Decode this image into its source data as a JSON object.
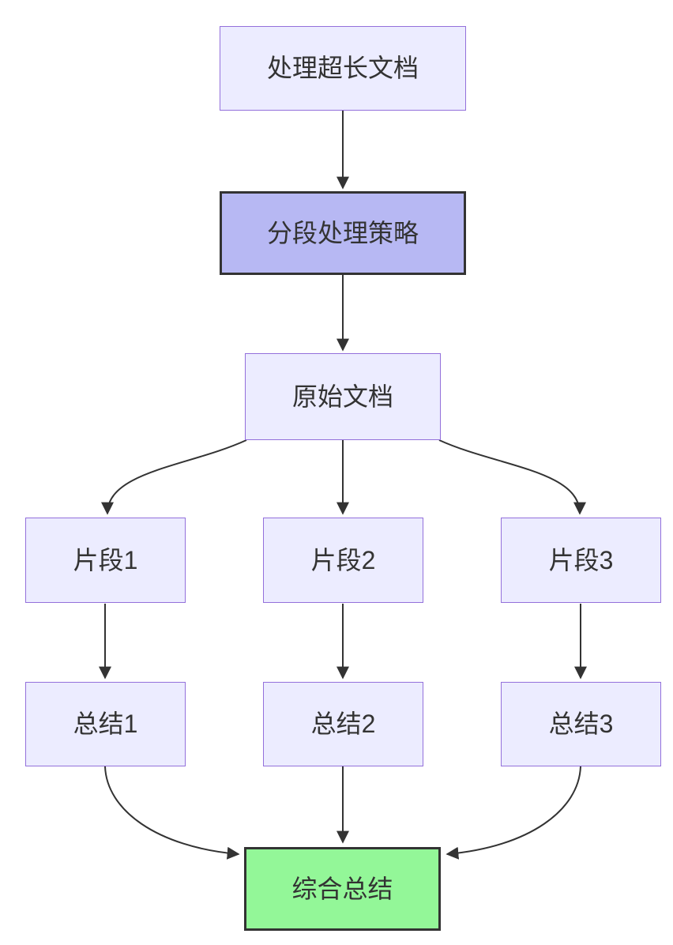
{
  "diagram": {
    "type": "flowchart-top-down",
    "nodes": {
      "root": {
        "label": "处理超长文档",
        "style": "default"
      },
      "strategy": {
        "label": "分段处理策略",
        "style": "emphasis-purple"
      },
      "source": {
        "label": "原始文档",
        "style": "default"
      },
      "frag1": {
        "label": "片段1",
        "style": "default"
      },
      "frag2": {
        "label": "片段2",
        "style": "default"
      },
      "frag3": {
        "label": "片段3",
        "style": "default"
      },
      "sum1": {
        "label": "总结1",
        "style": "default"
      },
      "sum2": {
        "label": "总结2",
        "style": "default"
      },
      "sum3": {
        "label": "总结3",
        "style": "default"
      },
      "final": {
        "label": "综合总结",
        "style": "emphasis-green"
      }
    },
    "edges": [
      {
        "from": "root",
        "to": "strategy"
      },
      {
        "from": "strategy",
        "to": "source"
      },
      {
        "from": "source",
        "to": "frag1"
      },
      {
        "from": "source",
        "to": "frag2"
      },
      {
        "from": "source",
        "to": "frag3"
      },
      {
        "from": "frag1",
        "to": "sum1"
      },
      {
        "from": "frag2",
        "to": "sum2"
      },
      {
        "from": "frag3",
        "to": "sum3"
      },
      {
        "from": "sum1",
        "to": "final"
      },
      {
        "from": "sum2",
        "to": "final"
      },
      {
        "from": "sum3",
        "to": "final"
      }
    ],
    "colors": {
      "background": "#FFFFFF",
      "node_fill": "#ECECFF",
      "node_border": "#9370DB",
      "strategy_fill": "#B7B8F3",
      "final_fill": "#93F798",
      "emphasis_border": "#333333",
      "edge_color": "#333333",
      "text_color": "#333333"
    }
  }
}
